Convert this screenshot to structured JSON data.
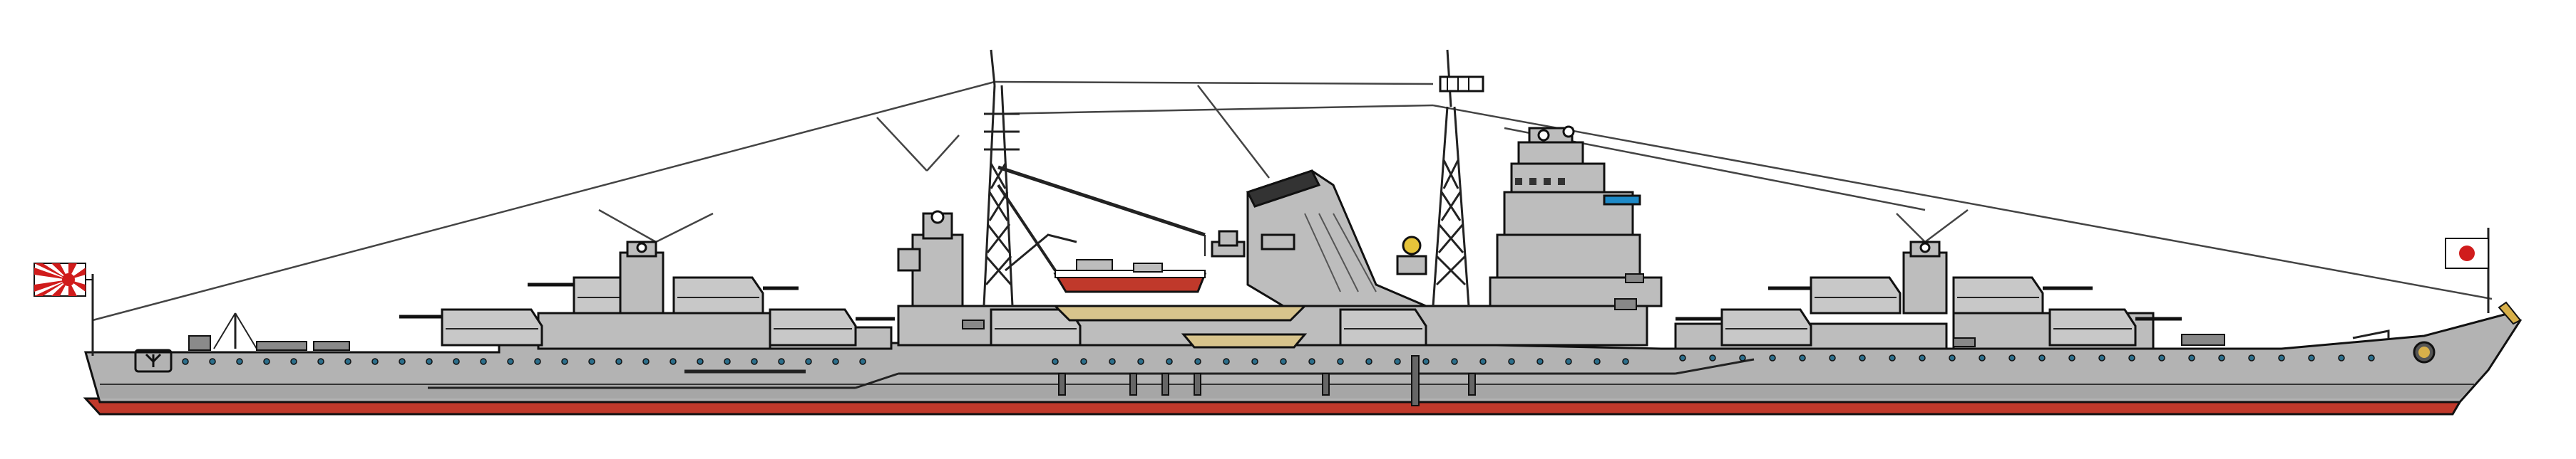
{
  "colors": {
    "hull": "#b3b3b3",
    "hull_dark": "#9a9a9a",
    "superstructure": "#bdbdbd",
    "boot_top": "#c0392b",
    "outline": "#111111",
    "rigging": "#444444",
    "boat_tan": "#d8c48c",
    "flag_red": "#d01c1c",
    "flag_white": "#ffffff",
    "porthole": "#2c6f8c",
    "glass": "#1e8ac8"
  },
  "icons": {
    "stern_flag": "rising-sun-naval-ensign",
    "bow_flag": "hinomaru-jack",
    "bow_emblem": "chrysanthemum-crest"
  }
}
